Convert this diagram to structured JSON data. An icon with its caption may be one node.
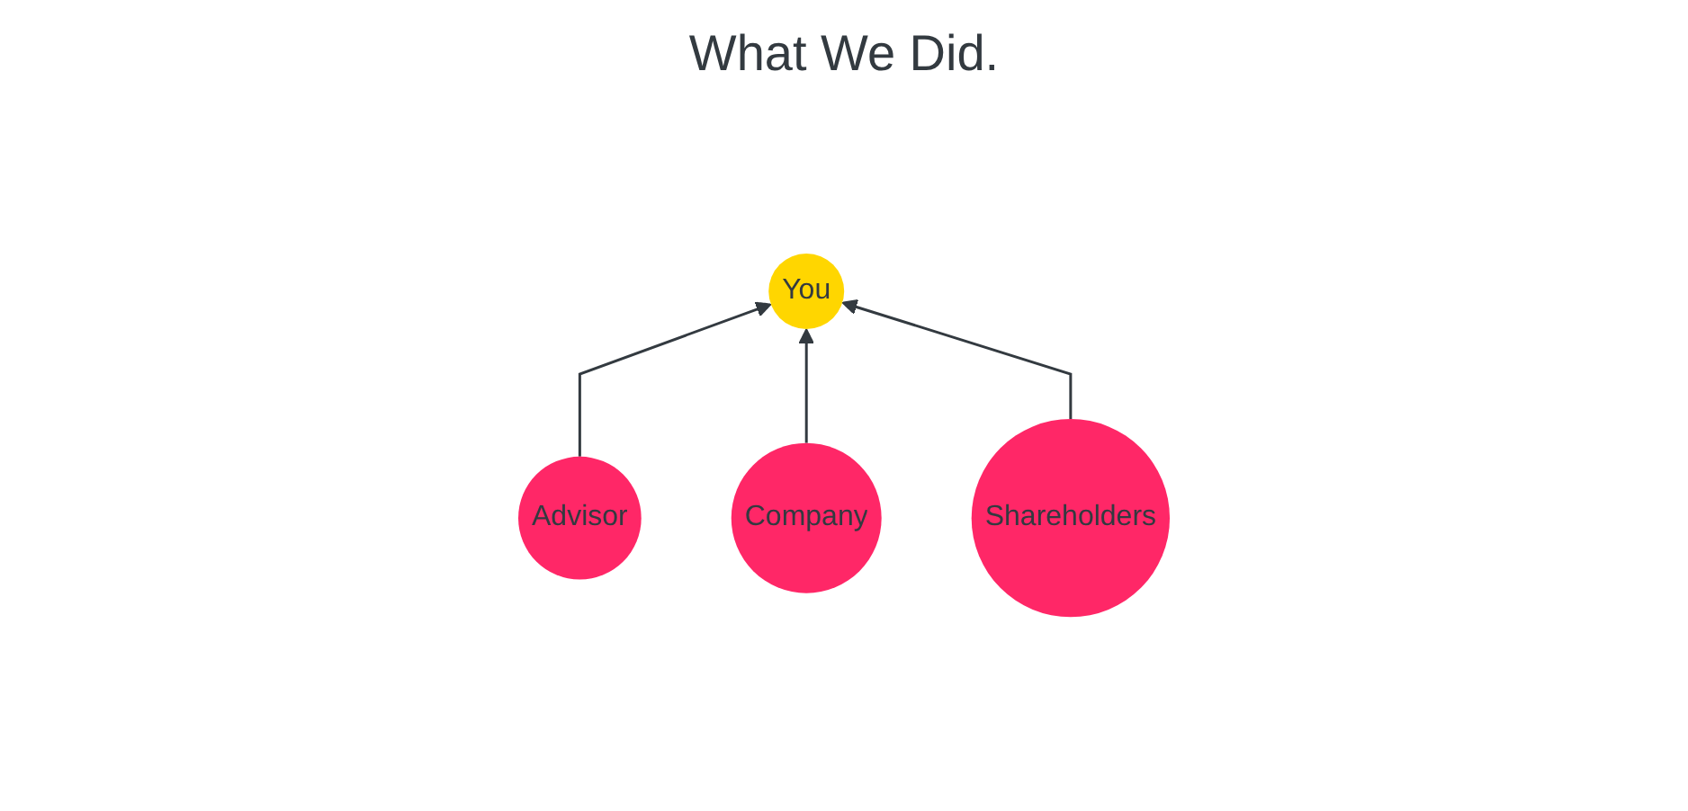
{
  "diagram": {
    "title": "What We Did.",
    "nodes": [
      {
        "text": [
          "You"
        ]
      },
      {
        "text": [
          "Advisor"
        ]
      },
      {
        "text": [
          "Company"
        ]
      },
      {
        "text": [
          "Shareholders"
        ]
      }
    ],
    "edges": [
      {
        "from": 1,
        "to": 0,
        "arrow": "to"
      },
      {
        "from": 2,
        "to": 0,
        "arrow": "to"
      },
      {
        "from": 3,
        "to": 0,
        "arrow": "to"
      }
    ]
  }
}
